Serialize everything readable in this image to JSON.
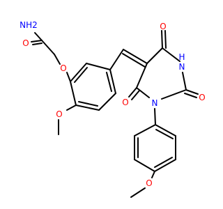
{
  "structure": {
    "atoms": {
      "nh2": {
        "text": "NH2",
        "color": "#0000ff"
      },
      "o_amide": {
        "text": "O",
        "color": "#ff0000"
      },
      "o_ether": {
        "text": "O",
        "color": "#ff0000"
      },
      "o_ome1": {
        "text": "O",
        "color": "#ff0000"
      },
      "o_top": {
        "text": "O",
        "color": "#ff0000"
      },
      "nh": {
        "text": "H",
        "color": "#0000ff"
      },
      "n_h": {
        "text": "N",
        "color": "#0000ff"
      },
      "o_right": {
        "text": "O",
        "color": "#ff0000"
      },
      "o_left": {
        "text": "O",
        "color": "#ff0000"
      },
      "n_sub": {
        "text": "N",
        "color": "#0000ff"
      },
      "o_ome2": {
        "text": "O",
        "color": "#ff0000"
      }
    }
  }
}
